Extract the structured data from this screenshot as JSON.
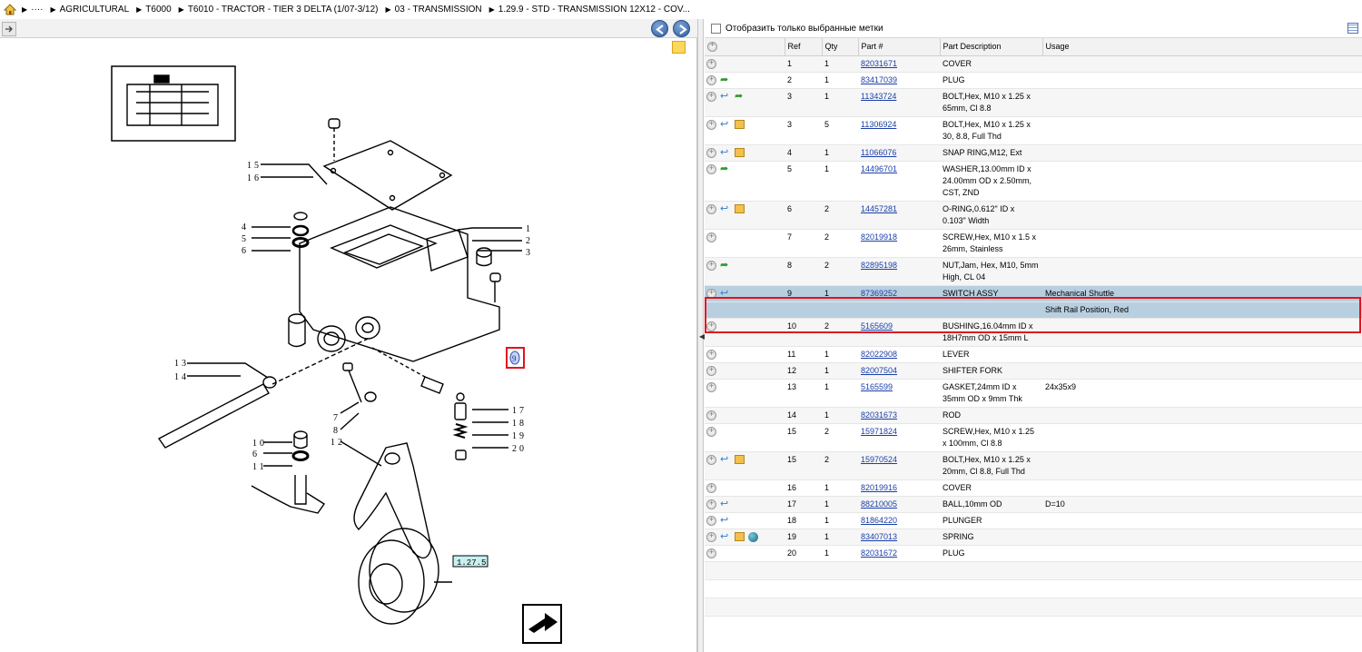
{
  "breadcrumb": [
    {
      "label": "····"
    },
    {
      "label": "AGRICULTURAL"
    },
    {
      "label": "T6000"
    },
    {
      "label": "T6010 - TRACTOR - TIER 3 DELTA (1/07-3/12)"
    },
    {
      "label": "03 - TRANSMISSION"
    },
    {
      "label": "1.29.9 - STD - TRANSMISSION 12X12 - COV..."
    }
  ],
  "filter": {
    "label": "Отобразить только выбранные метки"
  },
  "table": {
    "headers": {
      "ref": "Ref",
      "qty": "Qty",
      "part": "Part #",
      "desc": "Part Description",
      "usage": "Usage"
    },
    "rows": [
      {
        "ref": "1",
        "qty": "1",
        "part": "82031671",
        "desc": "COVER",
        "usage": "",
        "icons": []
      },
      {
        "ref": "2",
        "qty": "1",
        "part": "83417039",
        "desc": "PLUG",
        "usage": "",
        "icons": [
          "green-arrow"
        ]
      },
      {
        "ref": "3",
        "qty": "1",
        "part": "11343724",
        "desc": "BOLT,Hex, M10 x 1.25 x 65mm, Cl 8.8",
        "usage": "",
        "icons": [
          "blue-arrow",
          "green-arrow"
        ]
      },
      {
        "ref": "3",
        "qty": "5",
        "part": "11306924",
        "desc": "BOLT,Hex, M10 x 1.25 x 30, 8.8, Full Thd",
        "usage": "",
        "icons": [
          "blue-arrow",
          "box"
        ]
      },
      {
        "ref": "4",
        "qty": "1",
        "part": "11066076",
        "desc": "SNAP RING,M12, Ext",
        "usage": "",
        "icons": [
          "blue-arrow",
          "box"
        ]
      },
      {
        "ref": "5",
        "qty": "1",
        "part": "14496701",
        "desc": "WASHER,13.00mm ID x 24.00mm OD x 2.50mm, CST, ZND",
        "usage": "",
        "icons": [
          "green-arrow"
        ]
      },
      {
        "ref": "6",
        "qty": "2",
        "part": "14457281",
        "desc": "O-RING,0.612\" ID x 0.103\" Width",
        "usage": "",
        "icons": [
          "blue-arrow",
          "box"
        ]
      },
      {
        "ref": "7",
        "qty": "2",
        "part": "82019918",
        "desc": "SCREW,Hex, M10 x 1.5 x 26mm, Stainless",
        "usage": "",
        "icons": []
      },
      {
        "ref": "8",
        "qty": "2",
        "part": "82895198",
        "desc": "NUT,Jam, Hex, M10, 5mm High, CL 04",
        "usage": "",
        "icons": [
          "green-arrow"
        ]
      },
      {
        "ref": "9",
        "qty": "1",
        "part": "87369252",
        "desc": "SWITCH ASSY",
        "usage": "Mechanical Shuttle",
        "usage2": "Shift Rail Position, Red",
        "icons": [
          "blue-arrow"
        ],
        "selected": true
      },
      {
        "ref": "10",
        "qty": "2",
        "part": "5165609",
        "desc": "BUSHING,16.04mm ID x 18H7mm OD x 15mm L",
        "usage": "",
        "icons": []
      },
      {
        "ref": "11",
        "qty": "1",
        "part": "82022908",
        "desc": "LEVER",
        "usage": "",
        "icons": []
      },
      {
        "ref": "12",
        "qty": "1",
        "part": "82007504",
        "desc": "SHIFTER FORK",
        "usage": "",
        "icons": []
      },
      {
        "ref": "13",
        "qty": "1",
        "part": "5165599",
        "desc": "GASKET,24mm ID x 35mm OD x 9mm Thk",
        "usage": "24x35x9",
        "icons": []
      },
      {
        "ref": "14",
        "qty": "1",
        "part": "82031673",
        "desc": "ROD",
        "usage": "",
        "icons": []
      },
      {
        "ref": "15",
        "qty": "2",
        "part": "15971824",
        "desc": "SCREW,Hex, M10 x 1.25 x 100mm, Cl 8.8",
        "usage": "",
        "icons": []
      },
      {
        "ref": "15",
        "qty": "2",
        "part": "15970524",
        "desc": "BOLT,Hex, M10 x 1.25 x 20mm, Cl 8.8, Full Thd",
        "usage": "",
        "icons": [
          "blue-arrow",
          "box"
        ]
      },
      {
        "ref": "16",
        "qty": "1",
        "part": "82019916",
        "desc": "COVER",
        "usage": "",
        "icons": []
      },
      {
        "ref": "17",
        "qty": "1",
        "part": "88210005",
        "desc": "BALL,10mm OD",
        "usage": "D=10",
        "icons": [
          "blue-arrow"
        ]
      },
      {
        "ref": "18",
        "qty": "1",
        "part": "81864220",
        "desc": "PLUNGER",
        "usage": "",
        "icons": [
          "blue-arrow"
        ]
      },
      {
        "ref": "19",
        "qty": "1",
        "part": "83407013",
        "desc": "SPRING",
        "usage": "",
        "icons": [
          "blue-arrow",
          "box",
          "globe"
        ]
      },
      {
        "ref": "20",
        "qty": "1",
        "part": "82031672",
        "desc": "PLUG",
        "usage": "",
        "icons": []
      }
    ]
  },
  "drawing": {
    "callouts": [
      "1",
      "2",
      "3",
      "4",
      "5",
      "6",
      "7",
      "8",
      "9",
      "10",
      "6",
      "11",
      "12",
      "13",
      "14",
      "15",
      "16",
      "17",
      "18",
      "19",
      "20"
    ],
    "figure_id": "1.27.5"
  }
}
